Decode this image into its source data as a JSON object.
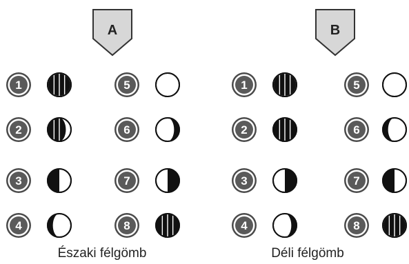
{
  "panels": [
    {
      "letter": "A",
      "caption": "Északi félgömb",
      "phases": [
        {
          "number": "1",
          "shape": "full-striped"
        },
        {
          "number": "2",
          "shape": "gibbous-left-dark"
        },
        {
          "number": "3",
          "shape": "half-left-dark"
        },
        {
          "number": "4",
          "shape": "crescent-left-dark"
        },
        {
          "number": "5",
          "shape": "new"
        },
        {
          "number": "6",
          "shape": "crescent-right-dark"
        },
        {
          "number": "7",
          "shape": "half-right-dark"
        },
        {
          "number": "8",
          "shape": "gibbous-striped"
        }
      ]
    },
    {
      "letter": "B",
      "caption": "Déli félgömb",
      "phases": [
        {
          "number": "1",
          "shape": "full-striped"
        },
        {
          "number": "2",
          "shape": "gibbous-striped"
        },
        {
          "number": "3",
          "shape": "half-right-dark"
        },
        {
          "number": "4",
          "shape": "crescent-right-dark"
        },
        {
          "number": "5",
          "shape": "new"
        },
        {
          "number": "6",
          "shape": "crescent-left-dark"
        },
        {
          "number": "7",
          "shape": "half-left-dark"
        },
        {
          "number": "8",
          "shape": "full-striped"
        }
      ]
    }
  ],
  "colors": {
    "badge": "#5a5a5a",
    "badge_ring": "#ffffff",
    "badge_outer": "#4a4a4a",
    "shield_fill": "#d7d7d7",
    "shield_stroke": "#333333",
    "moon_dark": "#111111",
    "moon_light": "#ffffff",
    "caption": "#222222"
  }
}
